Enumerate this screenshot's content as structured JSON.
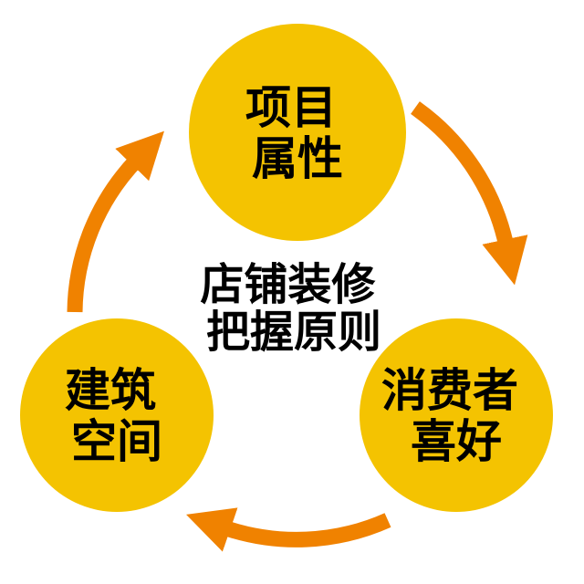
{
  "diagram": {
    "center_title": {
      "line1": "店铺装修",
      "line2": "把握原则"
    },
    "nodes": [
      {
        "line1": "项目",
        "line2": "属性"
      },
      {
        "line1": "建筑",
        "line2": "空间"
      },
      {
        "line1": "消费者",
        "line2": "喜好"
      }
    ],
    "colors": {
      "node_fill": "#F4C301",
      "arrow": "#F08200",
      "text": "#000000",
      "background": "#FFFFFF"
    }
  }
}
